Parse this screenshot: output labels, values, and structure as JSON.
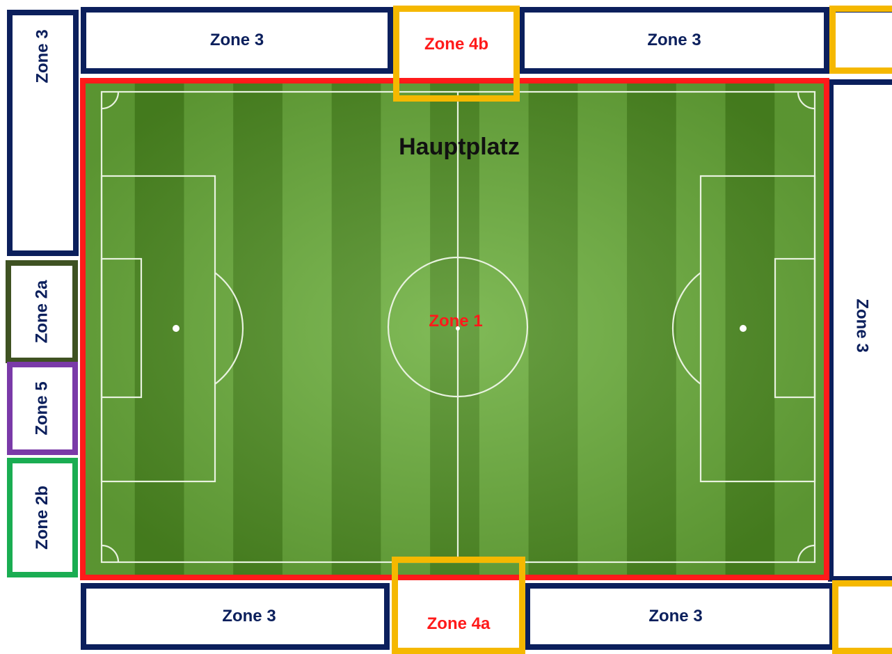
{
  "pitch": {
    "title": "Hauptplatz",
    "center_label": "Zone 1"
  },
  "zones": {
    "top_left": "Zone 3",
    "top_middle": "Zone 4b",
    "top_right": "Zone 3",
    "bottom_left": "Zone 3",
    "bottom_middle": "Zone 4a",
    "bottom_right": "Zone 3",
    "left_top": "Zone 3",
    "left_2a": "Zone 2a",
    "left_5": "Zone 5",
    "left_2b": "Zone 2b",
    "right": "Zone 3"
  },
  "colors": {
    "zone3_border": "#0b1f5c",
    "zone4_border": "#f5b800",
    "zone1_border": "#ff1a1a",
    "zone2a_border": "#3f5222",
    "zone5_border": "#7a3aa8",
    "zone2b_border": "#1aad52",
    "grass_light": "#6aae3a",
    "grass_dark": "#4f8f22"
  }
}
